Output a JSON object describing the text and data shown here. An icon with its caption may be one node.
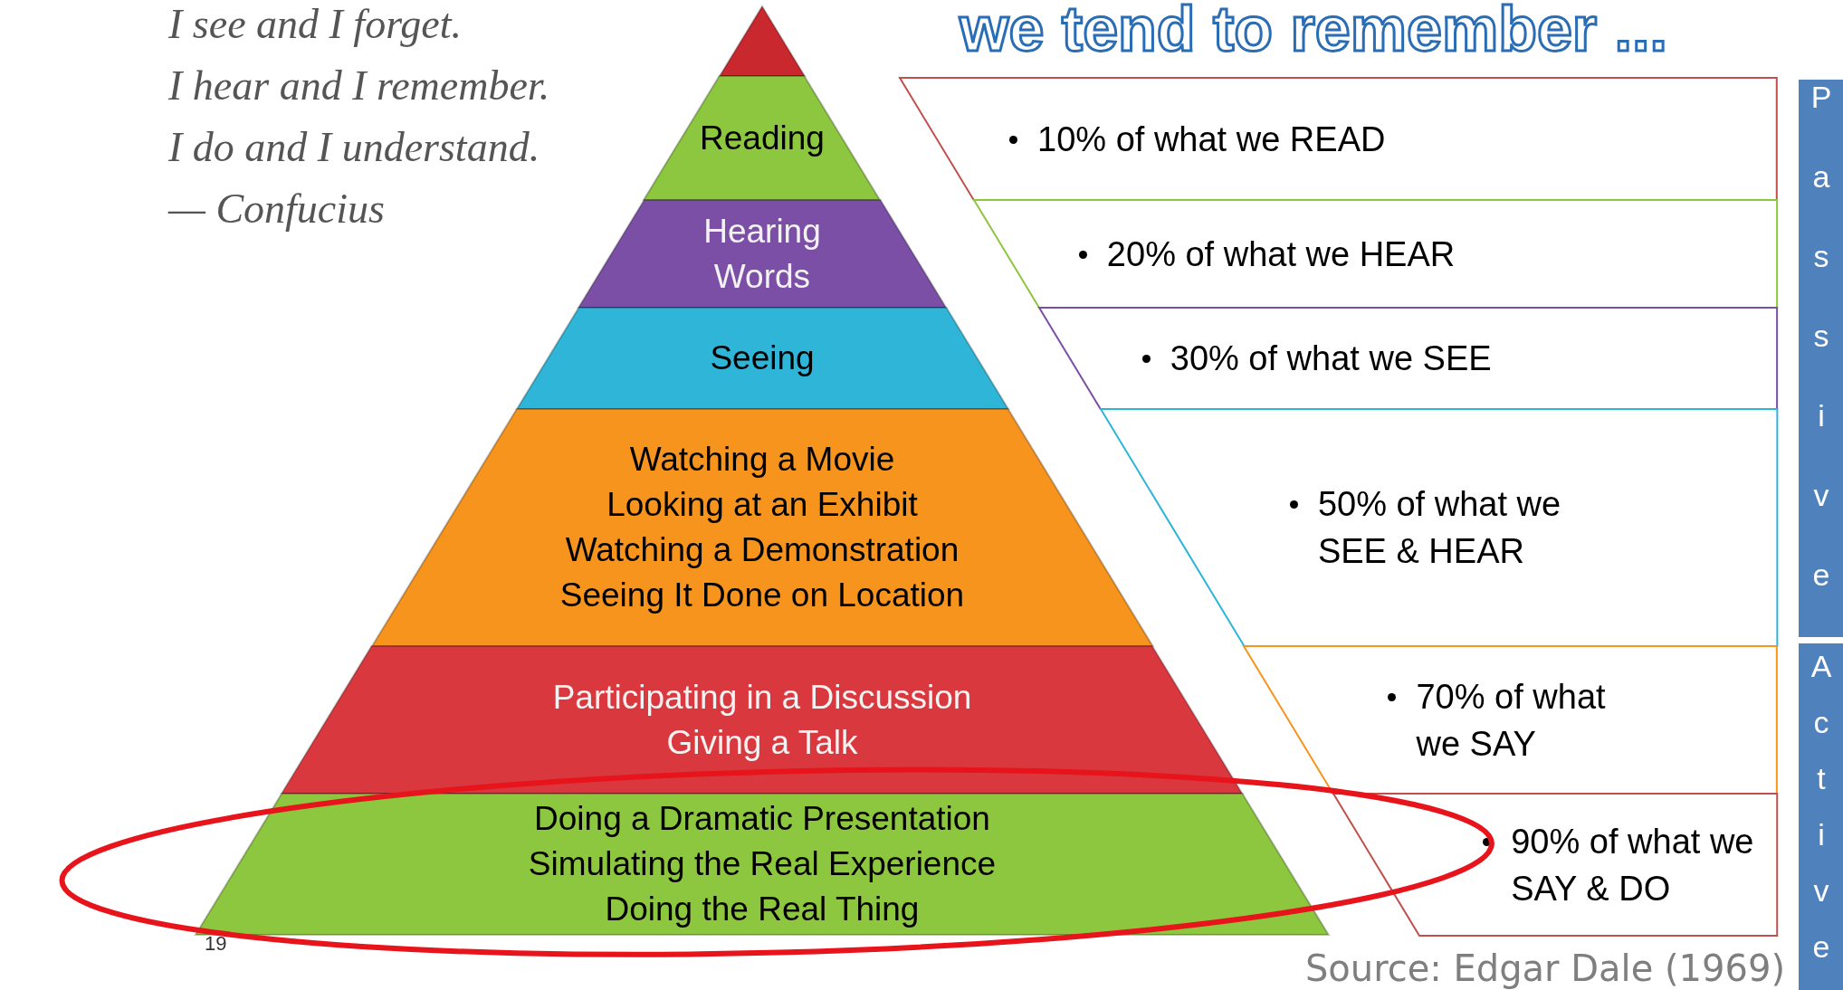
{
  "diagram": {
    "title": "we tend to remember ...",
    "caption": "Source: Edgar Dale (1969)",
    "nodes": [
      {
        "text": [],
        "shape": "triangle"
      },
      {
        "text": [
          "Reading"
        ]
      },
      {
        "text": [
          "Hearing Words"
        ]
      },
      {
        "text": [
          "Seeing"
        ]
      },
      {
        "text": [
          "Watching a Movie",
          "Looking at an Exhibit",
          "Watching a Demonstration",
          "Seeing It Done on Location"
        ]
      },
      {
        "text": [
          "Participating in a Discussion",
          "Giving a Talk"
        ]
      },
      {
        "text": [
          "Doing a Dramatic Presentation",
          "Simulating the Real Experience",
          "Doing the Real Thing"
        ]
      },
      {
        "text": [
          "10% of what we READ"
        ]
      },
      {
        "text": [
          "20% of what we HEAR"
        ]
      },
      {
        "text": [
          "30% of what we SEE"
        ]
      },
      {
        "text": [
          "50% of what we SEE & HEAR"
        ]
      },
      {
        "text": [
          "70% of what we SAY"
        ]
      },
      {
        "text": [
          "90% of what we SAY & DO"
        ]
      },
      {
        "text": [
          "Passive"
        ]
      },
      {
        "text": [
          "Active"
        ]
      }
    ],
    "edges": [],
    "labels": [
      "I see and I forget.",
      "I hear and I remember.",
      "I do and I understand.",
      "— Confucius",
      "19"
    ]
  }
}
